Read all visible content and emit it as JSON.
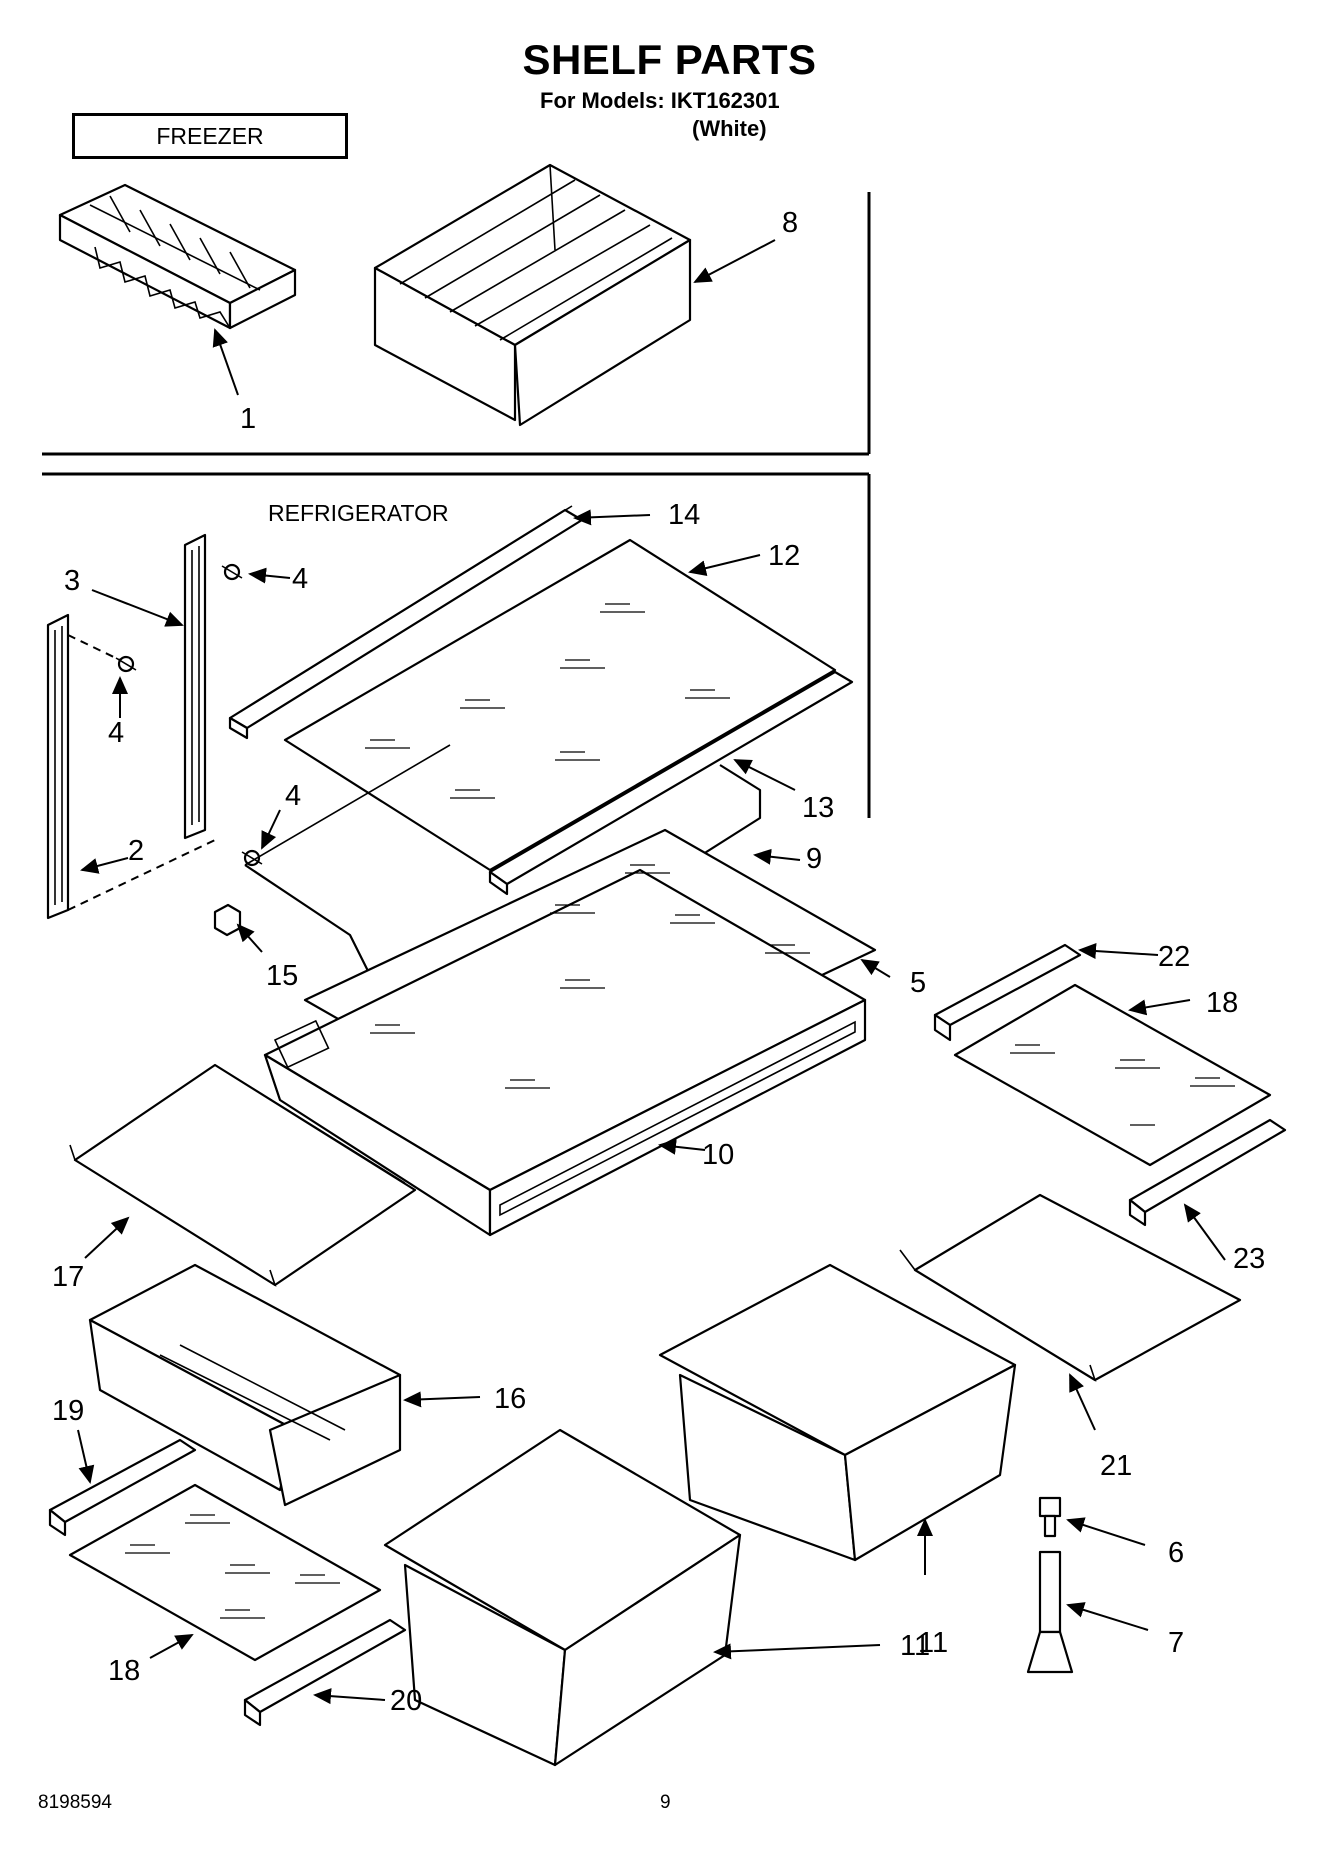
{
  "header": {
    "title": "SHELF PARTS",
    "models_line": "For Models: IKT162301",
    "variant": "(White)"
  },
  "sections": {
    "freezer_label": "FREEZER",
    "refrigerator_label": "REFRIGERATOR"
  },
  "callouts": [
    "1",
    "8",
    "14",
    "12",
    "3",
    "4",
    "4",
    "4",
    "2",
    "13",
    "9",
    "15",
    "5",
    "22",
    "18",
    "10",
    "17",
    "23",
    "16",
    "19",
    "21",
    "11",
    "6",
    "7",
    "18",
    "20",
    "11"
  ],
  "footer": {
    "doc_number": "8198594",
    "page_number": "9"
  }
}
